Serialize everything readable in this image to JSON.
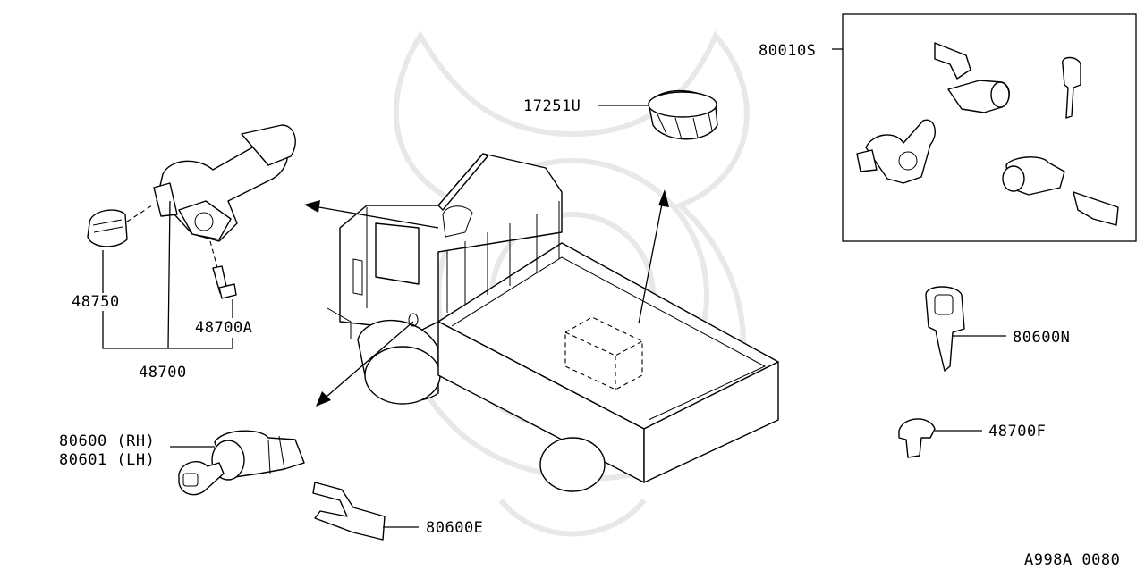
{
  "diagram_code": "A998A 0080",
  "labels": {
    "p80010s": "80010S",
    "p17251u": "17251U",
    "p48750": "48750",
    "p48700a": "48700A",
    "p48700": "48700",
    "p80600n": "80600N",
    "p48700f": "48700F",
    "p80600rh": "80600 (RH)",
    "p80601lh": "80601 (LH)",
    "p80600e": "80600E"
  },
  "colors": {
    "line": "#000000",
    "background": "#ffffff",
    "watermark": "#e8e8e8"
  }
}
